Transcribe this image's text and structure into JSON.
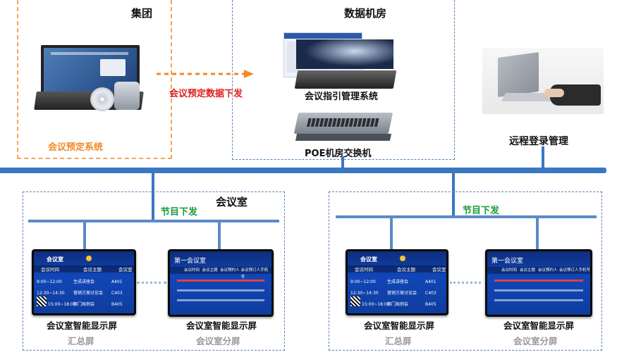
{
  "group": {
    "title": "集团",
    "system_label": "会议预定系统"
  },
  "data_center": {
    "title": "数据机房",
    "mgmt_label": "会议指引管理系统",
    "switch_label": "POE机房交换机"
  },
  "arrow_label": "会议预定数据下发",
  "remote": {
    "label": "远程登录管理"
  },
  "room_left": {
    "title": "会议室",
    "dispatch_label": "节目下发",
    "screen_a": {
      "label": "会议室智能显示屏",
      "sub": "汇总屏"
    },
    "screen_b": {
      "label": "会议室智能显示屏",
      "sub": "会议室分屏"
    }
  },
  "room_right": {
    "dispatch_label": "节目下发",
    "screen_a": {
      "label": "会议室智能显示屏",
      "sub": "汇总屏"
    },
    "screen_b": {
      "label": "会议室智能显示屏",
      "sub": "会议室分屏"
    }
  },
  "summary_screen": {
    "title": "会议室",
    "headers": [
      "会议时间",
      "会议主题",
      "会议室"
    ],
    "rows": [
      [
        "9:00~12:00",
        "生成讲座会",
        "A401"
      ],
      [
        "12:30~14:30",
        "营销方案讨论会",
        "C403"
      ],
      [
        "15:00~18:00",
        "部门局例会",
        "B405"
      ]
    ]
  },
  "room_screen": {
    "title": "第一会议室",
    "headers": [
      "会议时间",
      "会议主题",
      "会议预约人",
      "会议预订人手机号"
    ]
  },
  "colors": {
    "bus": "#3a78c2",
    "orange_dash": "#f4a460",
    "blue_dash": "#5b82b5",
    "red": "#e02020",
    "green": "#1a9a3a"
  }
}
